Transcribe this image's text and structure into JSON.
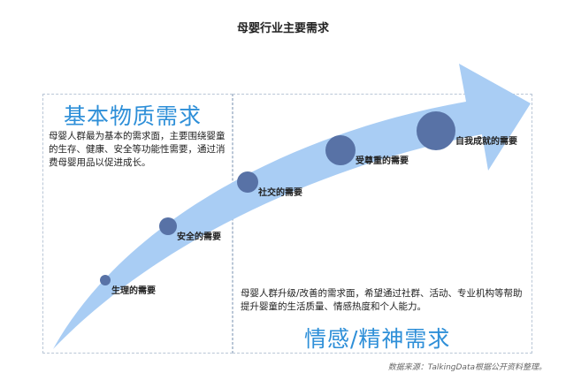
{
  "title": "母婴行业主要需求",
  "left_panel": {
    "heading": "基本物质需求",
    "description": "母婴人群最为基本的需求面，主要围绕婴童的生存、健康、安全等功能性需要，通过消费母婴用品以促进成长。"
  },
  "right_panel": {
    "heading": "情感/精神需求",
    "description": "母婴人群升级/改善的需求面，希望通过社群、活动、专业机构等帮助提升婴童的生活质量、情感热度和个人能力。"
  },
  "needs": [
    {
      "label": "生理的需要"
    },
    {
      "label": "安全的需要"
    },
    {
      "label": "社交的需要"
    },
    {
      "label": "受尊重的需要"
    },
    {
      "label": "自我成就的需要"
    }
  ],
  "source": "数据来源：TalkingData根据公开资料整理。",
  "colors": {
    "arrow": "#a9cdf4",
    "circle": "#5872a6",
    "heading": "#2e8fd8",
    "border": "#b9c6d6"
  }
}
